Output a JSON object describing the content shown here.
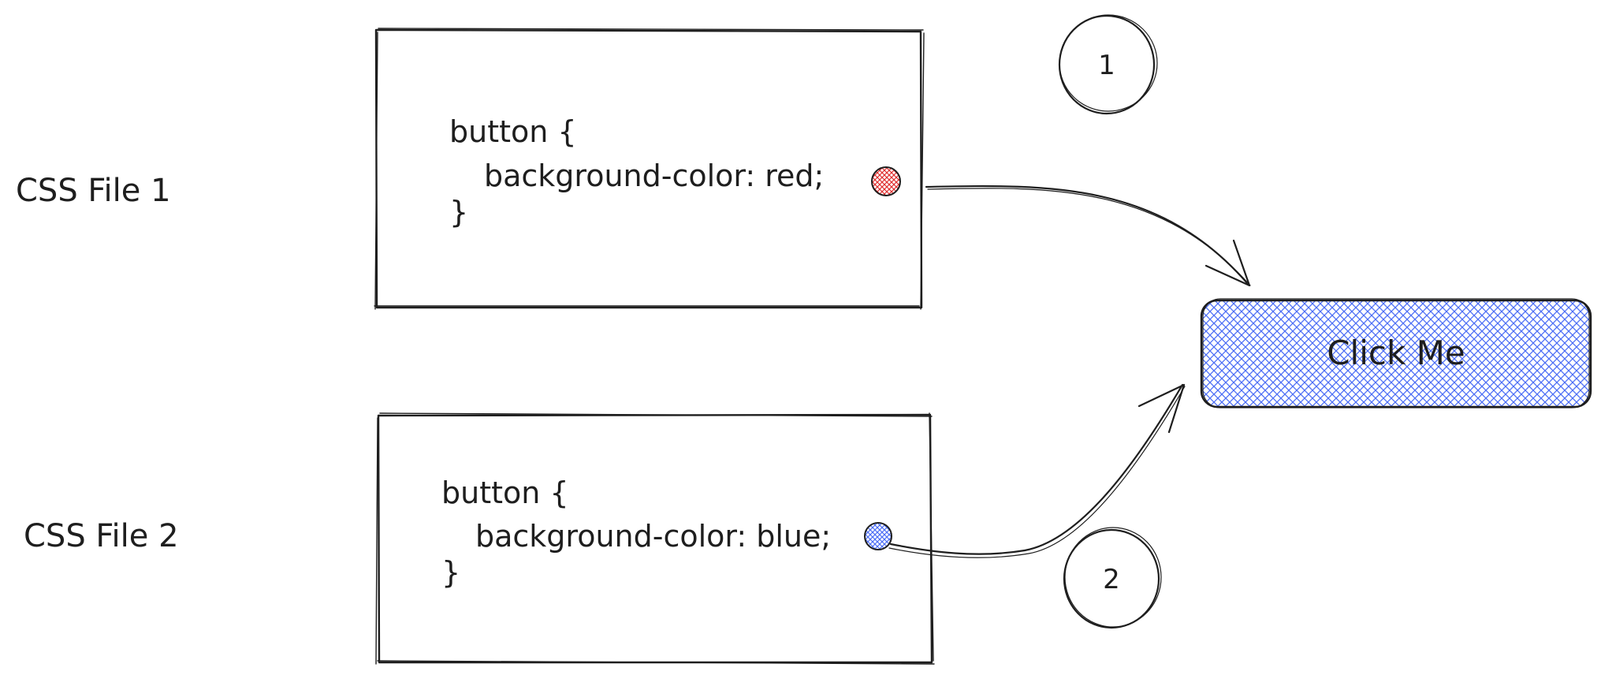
{
  "labels": {
    "file1": "CSS File 1",
    "file2": "CSS File 2"
  },
  "code1": {
    "line1": "button {",
    "line2": "background-color: red;",
    "line3": "}"
  },
  "code2": {
    "line1": "button {",
    "line2": "background-color: blue;",
    "line3": "}"
  },
  "badges": {
    "first": "1",
    "second": "2"
  },
  "button": {
    "label": "Click Me"
  },
  "colors": {
    "ink": "#1e1e1e",
    "red_swatch": "#e03131",
    "blue_swatch": "#4c6ef5",
    "button_fill": "#4c6ef5"
  }
}
